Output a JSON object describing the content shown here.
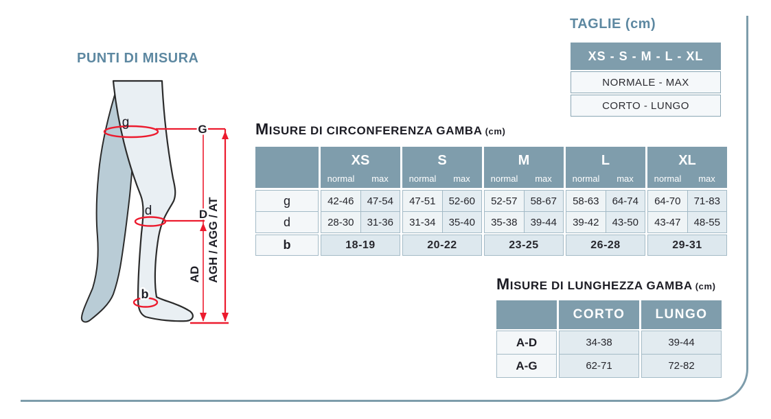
{
  "colors": {
    "accent_blue": "#5d88a1",
    "table_header": "#7f9dac",
    "frame": "#7d9cab",
    "red_marker": "#ec1b2e"
  },
  "measure_points": {
    "title": "PUNTI DI MISURA",
    "labels": {
      "g": "g",
      "G": "G",
      "d": "d",
      "D": "D",
      "b": "b",
      "ad": "AD",
      "agh": "AGH / AGG / AT"
    }
  },
  "taglie": {
    "title": "TAGLIE (cm)",
    "sizes_header": "XS - S - M - L - XL",
    "rows": [
      "NORMALE - MAX",
      "CORTO - LUNGO"
    ]
  },
  "circumference": {
    "title_lead": "M",
    "title_rest": "ISURE DI CIRCONFERENZA GAMBA",
    "title_unit": "(cm)",
    "sizes": [
      "XS",
      "S",
      "M",
      "L",
      "XL"
    ],
    "sub_normal": "normal",
    "sub_max": "max",
    "rows": {
      "g": {
        "label": "g",
        "values": [
          "42-46",
          "47-54",
          "47-51",
          "52-60",
          "52-57",
          "58-67",
          "58-63",
          "64-74",
          "64-70",
          "71-83"
        ]
      },
      "d": {
        "label": "d",
        "values": [
          "28-30",
          "31-36",
          "31-34",
          "35-40",
          "35-38",
          "39-44",
          "39-42",
          "43-50",
          "43-47",
          "48-55"
        ]
      },
      "b": {
        "label": "b",
        "values": [
          "18-19",
          "20-22",
          "23-25",
          "26-28",
          "29-31"
        ]
      }
    }
  },
  "length": {
    "title_lead": "M",
    "title_rest": "ISURE DI LUNGHEZZA GAMBA",
    "title_unit": "(cm)",
    "headers": [
      "CORTO",
      "LUNGO"
    ],
    "rows": [
      {
        "label": "A-D",
        "corto": "34-38",
        "lungo": "39-44"
      },
      {
        "label": "A-G",
        "corto": "62-71",
        "lungo": "72-82"
      }
    ]
  }
}
